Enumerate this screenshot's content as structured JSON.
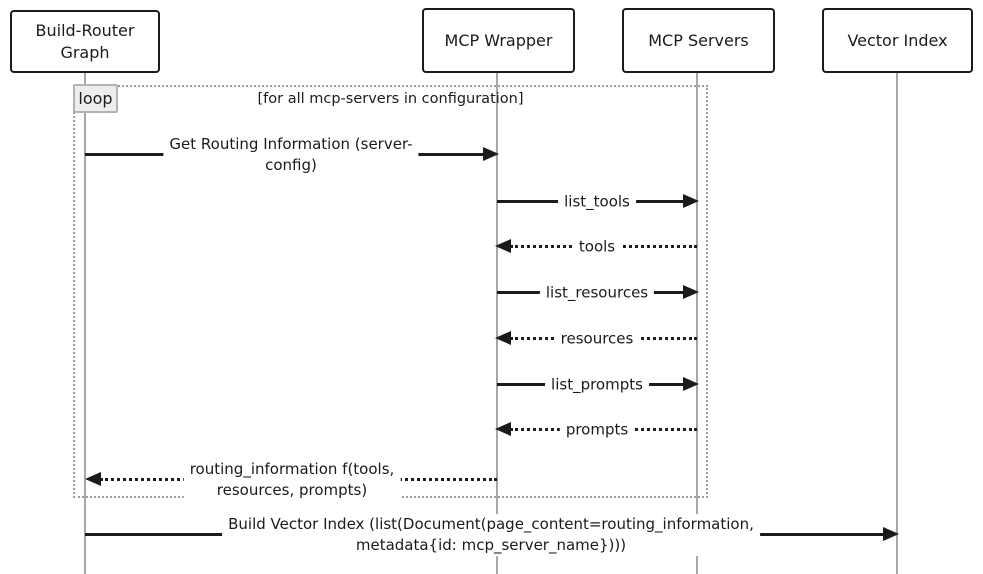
{
  "participants": [
    {
      "name": "Build-Router Graph"
    },
    {
      "name": "MCP Wrapper"
    },
    {
      "name": "MCP Servers"
    },
    {
      "name": "Vector Index"
    }
  ],
  "loop": {
    "tag": "loop",
    "condition": "[for all mcp-servers in configuration]"
  },
  "messages": [
    {
      "from": "Build-Router Graph",
      "to": "MCP Wrapper",
      "style": "solid",
      "text": "Get Routing Information (server-config)",
      "lines": [
        "Get Routing Information (server-",
        "config)"
      ]
    },
    {
      "from": "MCP Wrapper",
      "to": "MCP Servers",
      "style": "solid",
      "text": "list_tools",
      "lines": [
        "list_tools"
      ]
    },
    {
      "from": "MCP Servers",
      "to": "MCP Wrapper",
      "style": "dotted",
      "text": "tools",
      "lines": [
        "tools"
      ]
    },
    {
      "from": "MCP Wrapper",
      "to": "MCP Servers",
      "style": "solid",
      "text": "list_resources",
      "lines": [
        "list_resources"
      ]
    },
    {
      "from": "MCP Servers",
      "to": "MCP Wrapper",
      "style": "dotted",
      "text": "resources",
      "lines": [
        "resources"
      ]
    },
    {
      "from": "MCP Wrapper",
      "to": "MCP Servers",
      "style": "solid",
      "text": "list_prompts",
      "lines": [
        "list_prompts"
      ]
    },
    {
      "from": "MCP Servers",
      "to": "MCP Wrapper",
      "style": "dotted",
      "text": "prompts",
      "lines": [
        "prompts"
      ]
    },
    {
      "from": "MCP Wrapper",
      "to": "Build-Router Graph",
      "style": "dotted",
      "text": "routing_information f(tools, resources, prompts)",
      "lines": [
        "routing_information f(tools,",
        "resources, prompts)"
      ]
    },
    {
      "from": "Build-Router Graph",
      "to": "Vector Index",
      "style": "solid",
      "text": "Build Vector Index (list(Document(page_content=routing_information, metadata{id: mcp_server_name})))",
      "lines": [
        "Build Vector Index (list(Document(page_content=routing_information,",
        "metadata{id: mcp_server_name})))"
      ]
    }
  ],
  "colors": {
    "ink": "#1b1b1b",
    "lifeline": "#a7a7a7",
    "loop_border": "#9c9c9c",
    "loop_tag_bg": "#ededed",
    "background": "#ffffff"
  }
}
